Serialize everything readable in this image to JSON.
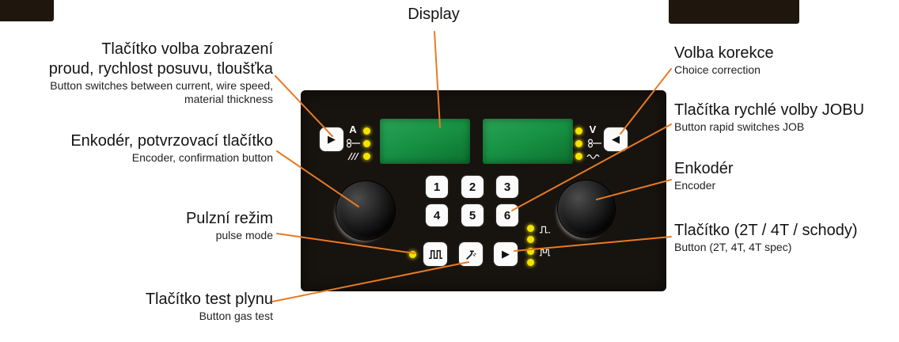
{
  "colors": {
    "accent": "#e87b22",
    "led": "#f2e400",
    "display-top": "#2aa355",
    "display-bottom": "#0c712e",
    "panel-bg": "#17130f",
    "btn-bg": "#fbfbfb",
    "btn-fg": "#111111",
    "label-fg": "#1a1a1a"
  },
  "callouts": {
    "display": {
      "label": "Display"
    },
    "switch_display": {
      "cz_line1": "Tlačítko volba zobrazení",
      "cz_line2": "proud, rychlost posuvu, tloušťka",
      "en_line1": "Button switches between current, wire speed,",
      "en_line2": "material thickness"
    },
    "encoder_confirm": {
      "cz": "Enkodér, potvrzovací tlačítko",
      "en": "Encoder, confirmation button"
    },
    "pulse_mode": {
      "cz": "Pulzní režim",
      "en": "pulse mode"
    },
    "gas_test": {
      "cz": "Tlačítko test plynu",
      "en": "Button gas test"
    },
    "correction": {
      "cz": "Volba korekce",
      "en": "Choice correction"
    },
    "job_select": {
      "cz": "Tlačítka rychlé volby JOBU",
      "en": "Button rapid switches JOB"
    },
    "encoder_right": {
      "cz": "Enkodér",
      "en": "Encoder"
    },
    "trigger_mode": {
      "cz": "Tlačítko (2T / 4T / schody)",
      "en": "Button (2T, 4T, 4T spec)"
    }
  },
  "panel": {
    "left_unit": "A",
    "right_unit": "V",
    "keys": [
      "1",
      "2",
      "3",
      "4",
      "5",
      "6"
    ],
    "glyphs": {
      "select_left": "▶",
      "select_right": "◀",
      "trigger": "▶"
    }
  }
}
